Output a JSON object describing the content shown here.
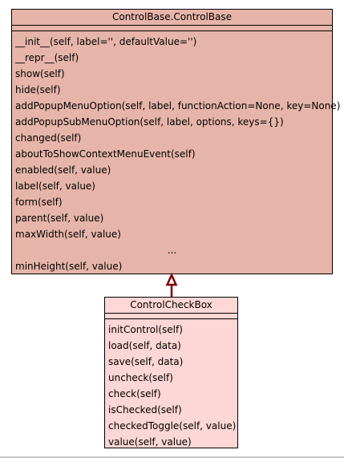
{
  "colors": {
    "base_fill": "#e6b4a8",
    "sub_fill": "#fdd6d6",
    "arrow": "#800000",
    "border": "#000000"
  },
  "base_class": {
    "name": "ControlBase.ControlBase",
    "methods": [
      "__init__(self, label='', defaultValue='')",
      "__repr__(self)",
      "show(self)",
      "hide(self)",
      "addPopupMenuOption(self, label, functionAction=None, key=None)",
      "addPopupSubMenuOption(self, label, options, keys={})",
      "changed(self)",
      "aboutToShowContextMenuEvent(self)",
      "enabled(self, value)",
      "label(self, value)",
      "form(self)",
      "parent(self, value)",
      "maxWidth(self, value)"
    ],
    "ellipsis": "...",
    "last_method": "minHeight(self, value)"
  },
  "sub_class": {
    "name": "ControlCheckBox",
    "methods": [
      "initControl(self)",
      "load(self, data)",
      "save(self, data)",
      "uncheck(self)",
      "check(self)",
      "isChecked(self)",
      "checkedToggle(self, value)",
      "value(self, value)"
    ]
  }
}
